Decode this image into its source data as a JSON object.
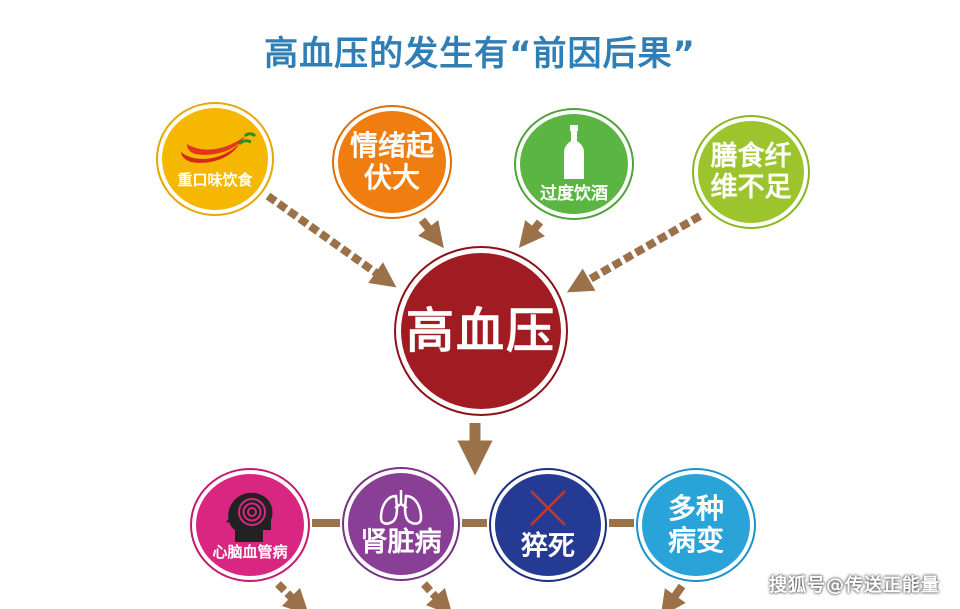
{
  "title": "高血压的发生有“前因后果”",
  "causes": {
    "salty_food": "重口味饮食",
    "emotion_line1": "情绪起",
    "emotion_line2": "伏大",
    "alcohol": "过度饮酒",
    "fiber_line1": "膳食纤",
    "fiber_line2": "维不足"
  },
  "center": "高血压",
  "effects": {
    "cardio": "心脑血管病",
    "kidney": "肾脏病",
    "sudden_death": "猝死",
    "multi_line1": "多种",
    "multi_line2": "病变"
  },
  "watermark": "搜狐号@传送正能量",
  "colors": {
    "title": "#2f7fb6",
    "arrow": "#9b7149",
    "salty": "#f5b700",
    "emotion": "#ef7d0f",
    "alcohol": "#5bb543",
    "fiber": "#9cc42c",
    "center": "#a01c22",
    "cardio": "#d92680",
    "kidney": "#8a3f97",
    "sudden": "#253a92",
    "multi": "#2aa3d8"
  },
  "icons": {
    "salty_food": "chili-pepper-icon",
    "alcohol": "bottle-icon",
    "cardio": "head-spiral-icon",
    "kidney": "lungs-icon",
    "sudden_death": "cross-x-icon"
  }
}
